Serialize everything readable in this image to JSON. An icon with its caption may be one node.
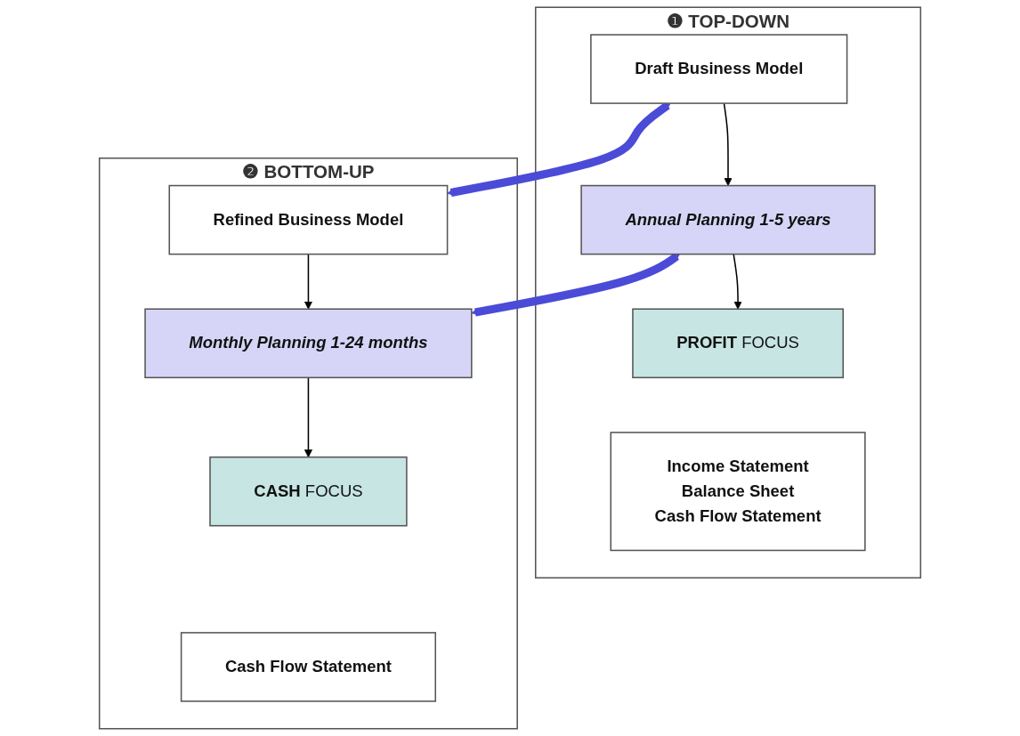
{
  "diagram": {
    "nodes": [
      {
        "text": [
          "❶ TOP-DOWN"
        ]
      },
      {
        "text": [
          "Draft Business Model"
        ],
        "in": 0
      },
      {
        "text": [
          "Annual Planning 1-5 years"
        ],
        "in": 0
      },
      {
        "text": [
          "**PROFIT** FOCUS"
        ],
        "in": 0
      },
      {
        "text": [
          "Income Statement",
          "Balance Sheet",
          "Cash Flow Statement"
        ],
        "in": 0
      },
      {
        "text": [
          "❷ BOTTOM-UP"
        ]
      },
      {
        "text": [
          "Refined Business Model"
        ],
        "in": 5
      },
      {
        "text": [
          "Monthly Planning 1-24 months"
        ],
        "in": 5
      },
      {
        "text": [
          "**CASH** FOCUS"
        ],
        "in": 5
      },
      {
        "text": [
          "Cash Flow Statement"
        ],
        "in": 5
      }
    ],
    "edges": [
      {
        "from": 1,
        "to": 6,
        "arrow": "both",
        "style": "thick",
        "color": "#4b4bd8"
      },
      {
        "from": 1,
        "to": 2,
        "arrow": "to"
      },
      {
        "from": 6,
        "to": 7,
        "arrow": "to"
      },
      {
        "from": 2,
        "to": 7,
        "arrow": "both",
        "style": "thick",
        "color": "#4b4bd8"
      },
      {
        "from": 2,
        "to": 3,
        "arrow": "to"
      },
      {
        "from": 7,
        "to": 8,
        "arrow": "to"
      }
    ]
  }
}
